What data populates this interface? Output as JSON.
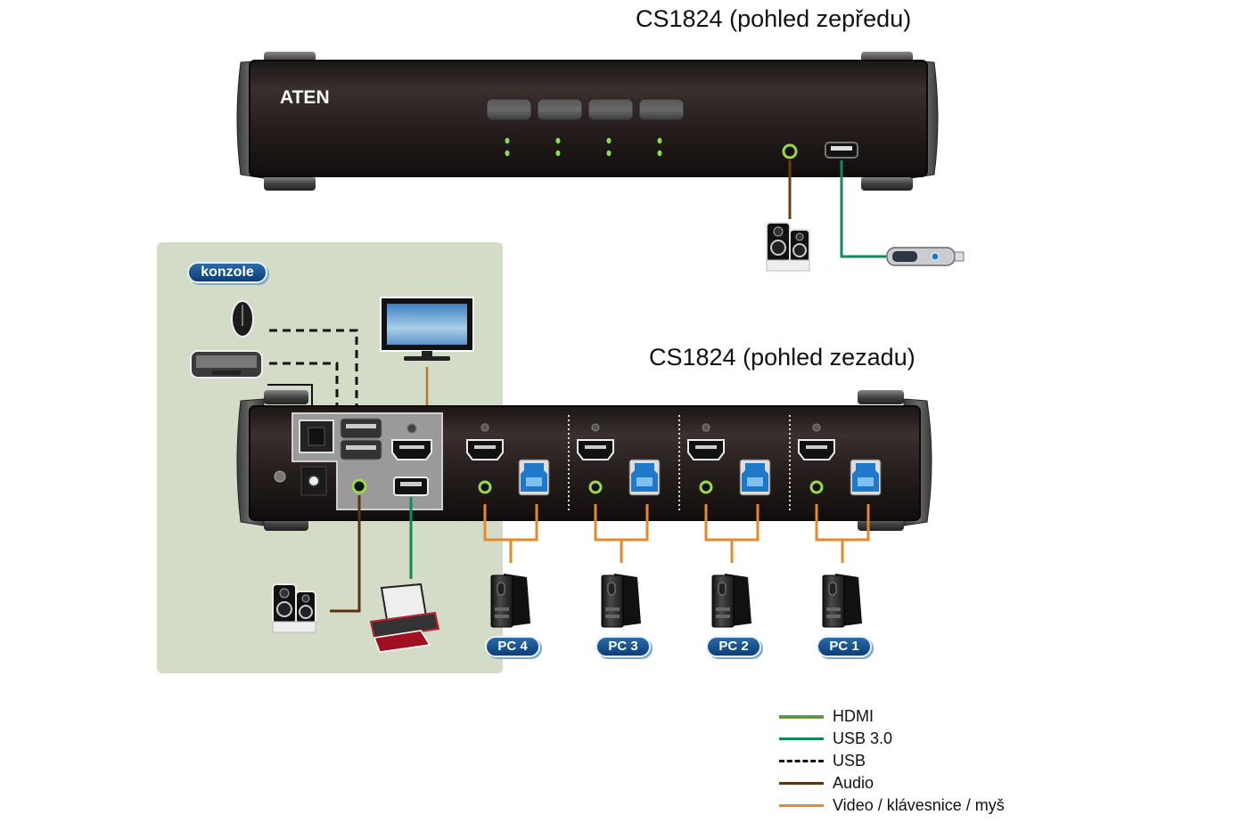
{
  "front_view": {
    "title": "CS1824 (pohled zepředu)",
    "brand_logo": "ATEN",
    "port_selection_buttons": 4,
    "leds_per_port": 2,
    "front_ports": [
      "audio-jack",
      "usb-port"
    ],
    "connected_devices": [
      "speakers",
      "usb-flash-drive"
    ]
  },
  "rear_view": {
    "title": "CS1824 (pohled zezadu)",
    "console_label": "konzole",
    "console_devices": [
      "mouse",
      "keyboard",
      "monitor",
      "speakers",
      "printer"
    ],
    "pc_labels": [
      "PC 4",
      "PC 3",
      "PC 2",
      "PC 1"
    ]
  },
  "legend": {
    "items": [
      {
        "label": "HDMI",
        "color": "#3aa25a",
        "accent": "#c08a3a",
        "style": "solid"
      },
      {
        "label": "USB 3.0",
        "color": "#0e8a5a",
        "accent": "#0e8a5a",
        "style": "solid"
      },
      {
        "label": "USB",
        "color": "#111111",
        "accent": "#111111",
        "style": "dashed"
      },
      {
        "label": "Audio",
        "color": "#5a3412",
        "accent": "#5a3412",
        "style": "solid"
      },
      {
        "label": "Video / klávesnice / myš",
        "color": "#e6892a",
        "accent": "#e6892a",
        "style": "solid"
      }
    ]
  },
  "colors": {
    "device_body": "#2a2322",
    "led_green": "#8be04a",
    "console_bg": "#d3dcc6",
    "usb3_blue": "#1f78c8",
    "badge_blue": "#0b4a88"
  }
}
